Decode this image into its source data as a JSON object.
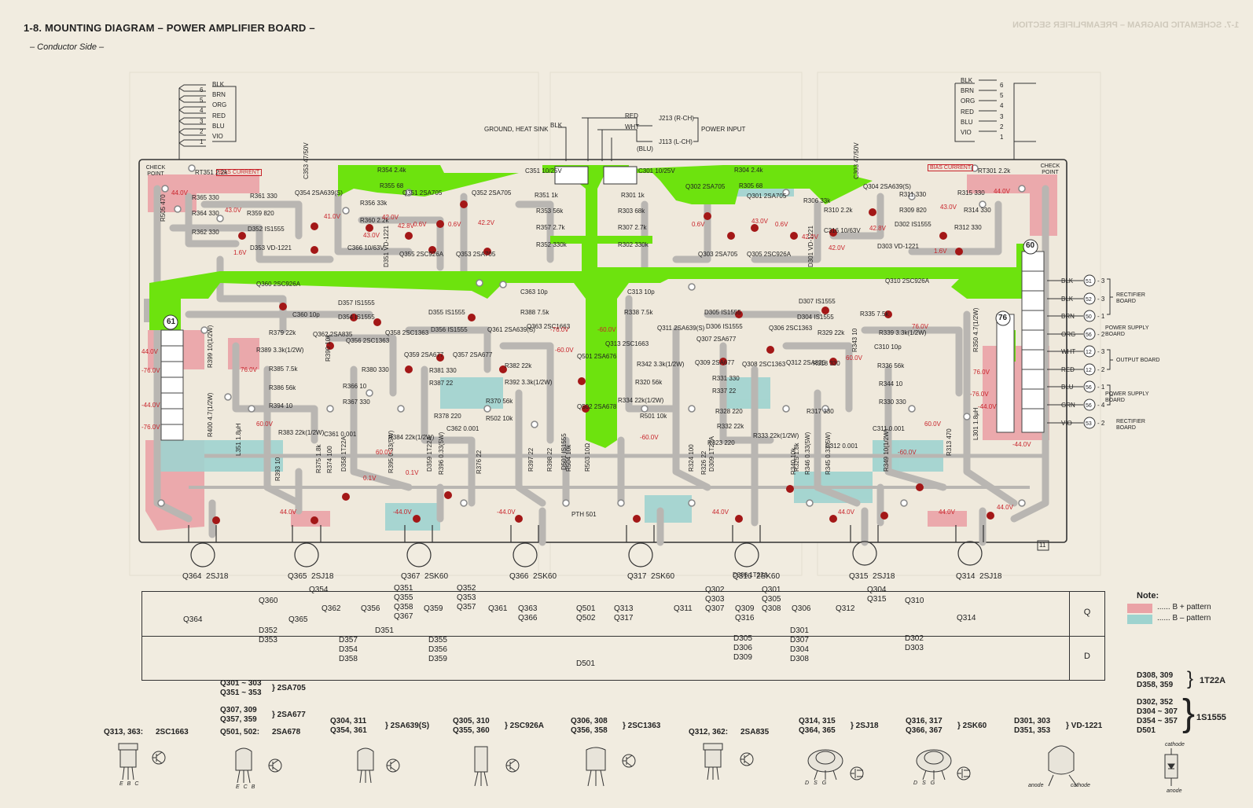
{
  "header": {
    "title": "1-8.  MOUNTING DIAGRAM – POWER AMPLIFIER BOARD –",
    "subtitle": "– Conductor Side –",
    "ghost_title": "1-7.  SCHEMATIC DIAGRAM – PREAMPLIFIER SECTION"
  },
  "left_connector": [
    "BLK",
    "BRN",
    "ORG",
    "RED",
    "BLU",
    "VIO"
  ],
  "left_connector_nums": [
    "6",
    "5",
    "4",
    "3",
    "2",
    "1"
  ],
  "right_connector": [
    "BLK",
    "BRN",
    "ORG",
    "RED",
    "BLU",
    "VIO"
  ],
  "right_connector_nums": [
    "6",
    "5",
    "4",
    "3",
    "2",
    "1"
  ],
  "power_input": {
    "ground_label": "GROUND, HEAT SINK",
    "ground_wire": "BLK",
    "wires": [
      "RED",
      "WHT",
      "(BLU)"
    ],
    "jacks": [
      "J213 (R-CH)",
      "J113 (L-CH)"
    ],
    "label": "POWER INPUT"
  },
  "board": {
    "check_point_left": "CHECK POINT",
    "check_point_right": "CHECK POINT",
    "bias_left": "BIAS CURRENT",
    "bias_right": "BIAS CURRENT",
    "conn_61": "61",
    "conn_60": "60",
    "conn_76": "76",
    "page_mark": "11",
    "pth": "PTH 501",
    "labels_left": [
      "RT351 2.2k",
      "R361 330",
      "R365 330",
      "R364 330",
      "R359 820",
      "R362 330",
      "D352 IS1555",
      "D353 VD-1221",
      "Q354 2SA639(S)",
      "C353 47/50V",
      "R354 2.4k",
      "R355 68",
      "Q351 2SA705",
      "Q352 2SA705",
      "R356 33k",
      "R360 2.2k",
      "C366 10/63V",
      "D351 VD-1221",
      "Q355 2SC926A",
      "Q353 2SA705",
      "C351 10/25V",
      "R351 1k",
      "R353 56k",
      "R357 2.7k",
      "R352 330k",
      "Q360 2SC926A",
      "D357 IS1555",
      "D354 IS1555",
      "C360 10p",
      "R379 22k",
      "R389 3.3k(1/2W)",
      "Q362 2SA835",
      "Q356 2SC1363",
      "Q358 2SC1363",
      "D355 IS1555",
      "D356 IS1555",
      "Q359 2SA677",
      "Q357 2SA677",
      "Q361 2SA639(S)",
      "Q363 2SC1663",
      "C363 10p",
      "R388 7.5k",
      "R385 7.5k",
      "R386 56k",
      "R394 10",
      "R380 330",
      "R381 330",
      "R387 22",
      "R366 10",
      "R367 330",
      "R378 220",
      "R370 56k",
      "R382 22k",
      "R392 3.3k(1/2W)",
      "R383 22k(1/2W)",
      "C361 0.001",
      "R384 22k(1/2W)",
      "C362 0.001",
      "R502 10k",
      "Q364 2SJ18",
      "Q365 2SJ18",
      "Q367 2SK60",
      "Q366 2SK60",
      "D358 1T22A",
      "D359 1T22A",
      "R375 1.8k",
      "R374 100",
      "R376 22",
      "R395 0.33(5W)",
      "R396 0.33(5W)",
      "R397 22",
      "R398 22",
      "R504 10k",
      "R390 10k",
      "R393 10",
      "R399 10(1/2W)",
      "R400 4.7(1/2W)",
      "L351 1.8μH"
    ],
    "labels_center": [
      "C301 10/25V",
      "R301 1k",
      "R303 68k",
      "R307 2.7k",
      "R302 330k",
      "Q501 2SA676",
      "Q502 2SA678",
      "Q313 2SC1663",
      "D501 IS1555",
      "R503 10Ω",
      "R501 10k",
      "C313 10p",
      "R338 7.5k"
    ],
    "labels_right": [
      "R304 2.4k",
      "R305 68",
      "Q302 2SA705",
      "Q301 2SA705",
      "R306 33k",
      "C303 47/50V",
      "Q304 2SA639(S)",
      "R311 330",
      "R315 330",
      "RT301 2.2k",
      "R314 330",
      "R309 820",
      "R312 330",
      "D302 IS1555",
      "D303 VD-1221",
      "D301 VD-1221",
      "R310 2.2k",
      "C316 10/63V",
      "Q303 2SA705",
      "Q305 2SC926A",
      "Q310 2SC926A",
      "D307 IS1555",
      "D304 IS1555",
      "D305 IS1555",
      "D306 IS1555",
      "Q311 2SA639(S)",
      "Q307 2SA677",
      "Q309 2SA677",
      "Q308 2SC1363",
      "Q306 2SC1363",
      "Q312 2SA835",
      "R329 22k",
      "R339 3.3k(1/2W)",
      "C310 10p",
      "R335 7.5k",
      "R336 56k",
      "R344 10",
      "R330 330",
      "R331 330",
      "R337 22",
      "R318 330",
      "R317 330",
      "R328 220",
      "R332 22k",
      "R342 3.3k(1/2W)",
      "R320 56k",
      "R334 22k(1/2W)",
      "R333 22k(1/2W)",
      "C311 0.001",
      "C312 0.001",
      "R323 220",
      "Q314 2SJ18",
      "Q315 2SJ18",
      "Q317 2SK60",
      "Q316 2SK60",
      "D308 1T22A",
      "D309 1T22A",
      "R325 1.8k",
      "R324 100",
      "R326 22",
      "R345 0.33(5W)",
      "R346 0.33(5W)",
      "R340 10k",
      "R343 10",
      "R349 10(1/2W)",
      "R350 4.7(1/2W)",
      "L301 1.8μH",
      "R313 470",
      "R505 470"
    ],
    "voltages": [
      "44.0V",
      "43.0V",
      "42.0V",
      "41.0V",
      "42.8V",
      "0.6V",
      "0.6V",
      "42.2V",
      "1.6V",
      "43.0V",
      "44.0V",
      "-76.0V",
      "-44.0V",
      "60.0V",
      "76.0V",
      "-60.0V",
      "60.0V",
      "-76.0V",
      "-76.0V",
      "0.1V",
      "0.1V",
      "44.0V",
      "-44.0V",
      "-44.0V",
      "44.0V",
      "-60.0V",
      "-60.0V",
      "44.0V",
      "44.0V",
      "0.6V",
      "0.6V",
      "43.0V",
      "42.0V",
      "42.0V",
      "43.0V",
      "44.0V",
      "42.8V",
      "1.6V",
      "76.0V",
      "60.0V",
      "-60.0V",
      "-76.0V",
      "-44.0V",
      "44.0V",
      "-44.0V",
      "60.0V",
      "76.0V"
    ],
    "right_wires": [
      {
        "color": "BLK",
        "pin": "51",
        "num": "3"
      },
      {
        "color": "BLK",
        "pin": "52",
        "num": "3"
      },
      {
        "color": "BRN",
        "pin": "50",
        "num": "1"
      },
      {
        "color": "ORG",
        "pin": "56",
        "num": "2"
      },
      {
        "color": "WHT",
        "pin": "12",
        "num": "3"
      },
      {
        "color": "RED",
        "pin": "12",
        "num": "2"
      },
      {
        "color": "BLU",
        "pin": "56",
        "num": "1"
      },
      {
        "color": "GRN",
        "pin": "56",
        "num": "4"
      },
      {
        "color": "VIO",
        "pin": "53",
        "num": "2"
      }
    ],
    "right_groups": [
      "RECTIFIER BOARD",
      "POWER SUPPLY BOARD",
      "OUTPUT BOARD",
      "POWER SUPPLY BOARD",
      "RECTIFIER BOARD"
    ]
  },
  "output_transistors": [
    {
      "label": "Q364  2SJ18"
    },
    {
      "label": "Q365  2SJ18"
    },
    {
      "label": "Q367  2SK60"
    },
    {
      "label": "Q366  2SK60"
    },
    {
      "label": "Q317  2SK60"
    },
    {
      "label": "Q316  2SK60"
    },
    {
      "label": "Q315  2SJ18"
    },
    {
      "label": "Q314  2SJ18"
    }
  ],
  "table": {
    "row_labels": [
      "Q",
      "D"
    ],
    "q_cells": [
      "Q364",
      "Q360",
      "Q354",
      "Q365",
      "Q362",
      "Q356",
      "Q351\nQ355\nQ358\nQ367",
      "Q359",
      "Q352\nQ353\nQ357",
      "Q361",
      "Q363\nQ366",
      "Q501\nQ502",
      "Q313\nQ317",
      "Q311",
      "Q302\nQ303\nQ307",
      "Q309\nQ316",
      "Q301\nQ305\nQ308",
      "Q306",
      "Q312",
      "Q304\nQ315",
      "Q310",
      "Q314"
    ],
    "d_cells": [
      "D352\nD353",
      "D351",
      "D357\nD354\nD358",
      "D355\nD356\nD359",
      "D501",
      "D305\nD306\nD309",
      "D301\nD307\nD304\nD308",
      "D302\nD303"
    ]
  },
  "note": {
    "title": "Note:",
    "items": [
      {
        "label": "...... B + pattern",
        "color": "#eaa2a6"
      },
      {
        "label": "...... B – pattern",
        "color": "#9ed3cf"
      }
    ]
  },
  "diode_notes": [
    {
      "parts": "D308, 309\nD358, 359",
      "type": "1T22A"
    },
    {
      "parts": "D302, 352\nD304 ~ 307\nD354 ~ 357\nD501",
      "type": "1S1555"
    }
  ],
  "parts_legend": [
    {
      "parts": "Q313, 363:",
      "type": "2SC1663"
    },
    {
      "parts": "Q301 ~ 303\nQ351 ~ 353",
      "type": "2SA705"
    },
    {
      "parts": "Q307, 309\nQ357, 359",
      "type": "2SA677"
    },
    {
      "parts": "Q501, 502:",
      "type": "2SA678"
    },
    {
      "parts": "Q304, 311\nQ354, 361",
      "type": "2SA639(S)"
    },
    {
      "parts": "Q305, 310\nQ355, 360",
      "type": "2SC926A"
    },
    {
      "parts": "Q306, 308\nQ356, 358",
      "type": "2SC1363"
    },
    {
      "parts": "Q312, 362:",
      "type": "2SA835"
    },
    {
      "parts": "Q314, 315\nQ364, 365",
      "type": "2SJ18"
    },
    {
      "parts": "Q316, 317\nQ366, 367",
      "type": "2SK60"
    },
    {
      "parts": "D301, 303\nD351, 353",
      "type": "VD-1221"
    }
  ],
  "pin_labels": {
    "bjt": [
      "B",
      "C",
      "E"
    ],
    "fet": [
      "D",
      "S",
      "G"
    ],
    "diode": [
      "cathode",
      "anode"
    ]
  },
  "colors": {
    "paper": "#f1ece0",
    "trace": "#b9b6b2",
    "green": "#6de30e",
    "bplus": "#eaa2a6",
    "bminus": "#9ed3cf",
    "pad": "#a31717",
    "voltage": "#c8232a"
  }
}
